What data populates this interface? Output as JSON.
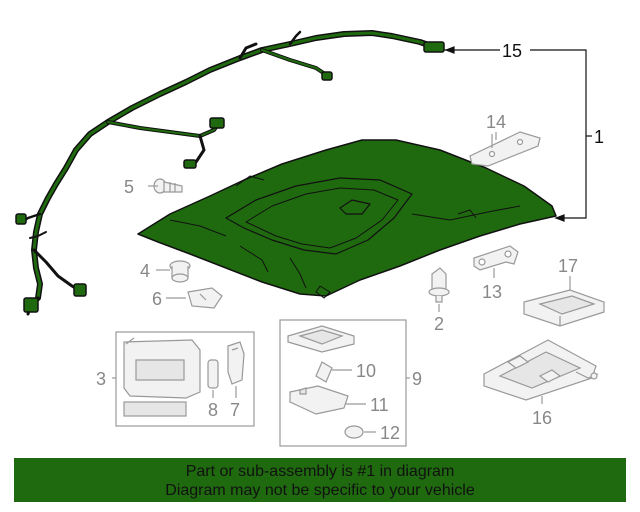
{
  "diagram": {
    "callouts": {
      "c1": "1",
      "c2": "2",
      "c3": "3",
      "c4": "4",
      "c5": "5",
      "c6": "6",
      "c7": "7",
      "c8": "8",
      "c9": "9",
      "c10": "10",
      "c11": "11",
      "c12": "12",
      "c13": "13",
      "c14": "14",
      "c15": "15",
      "c16": "16",
      "c17": "17"
    },
    "colors": {
      "highlight": "#1f6a0f",
      "outline": "#111111",
      "part_gray": "#999999"
    }
  },
  "banner": {
    "line1": "Part or sub-assembly is #1 in diagram",
    "line2": "Diagram may not be specific to your vehicle"
  }
}
